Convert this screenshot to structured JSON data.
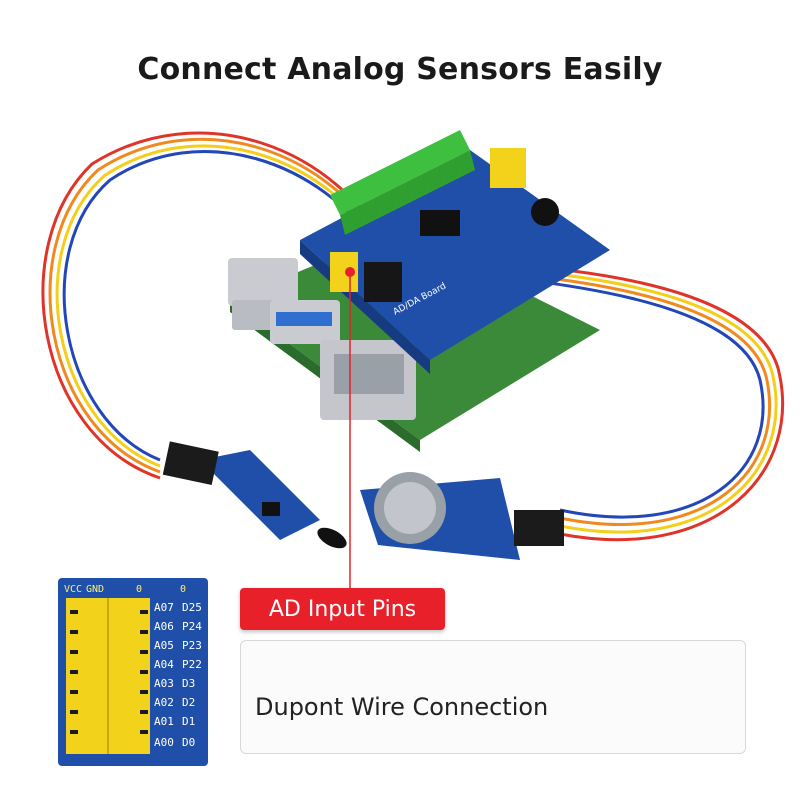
{
  "title": "Connect Analog Sensors Easily",
  "callout": {
    "label": "AD Input Pins"
  },
  "caption": {
    "text": "Dupont Wire Connection"
  },
  "inset": {
    "header": [
      "VCC",
      "GND",
      "0",
      "0"
    ],
    "pins": [
      [
        "A07",
        "D25"
      ],
      [
        "A06",
        "P24"
      ],
      [
        "A05",
        "P23"
      ],
      [
        "A04",
        "P22"
      ],
      [
        "A03",
        "D3"
      ],
      [
        "A02",
        "D2"
      ],
      [
        "A01",
        "D1"
      ],
      [
        "A00",
        "D0"
      ]
    ]
  },
  "board_silkscreen": [
    "AD/DA Board"
  ],
  "colors": {
    "board_blue": "#1f4fa8",
    "pi_green": "#3a8a3a",
    "terminal_green": "#3fbf3f",
    "header_yellow": "#f2d21a",
    "callout_red": "#e8202a",
    "wire_red": "#e0342a",
    "wire_orange": "#f08a20",
    "wire_yellow": "#f3cf1c",
    "wire_blue": "#2346b8"
  },
  "icons": [
    "flame-sensor-module",
    "gas-sensor-module",
    "raspberry-pi",
    "ad-da-hat"
  ]
}
